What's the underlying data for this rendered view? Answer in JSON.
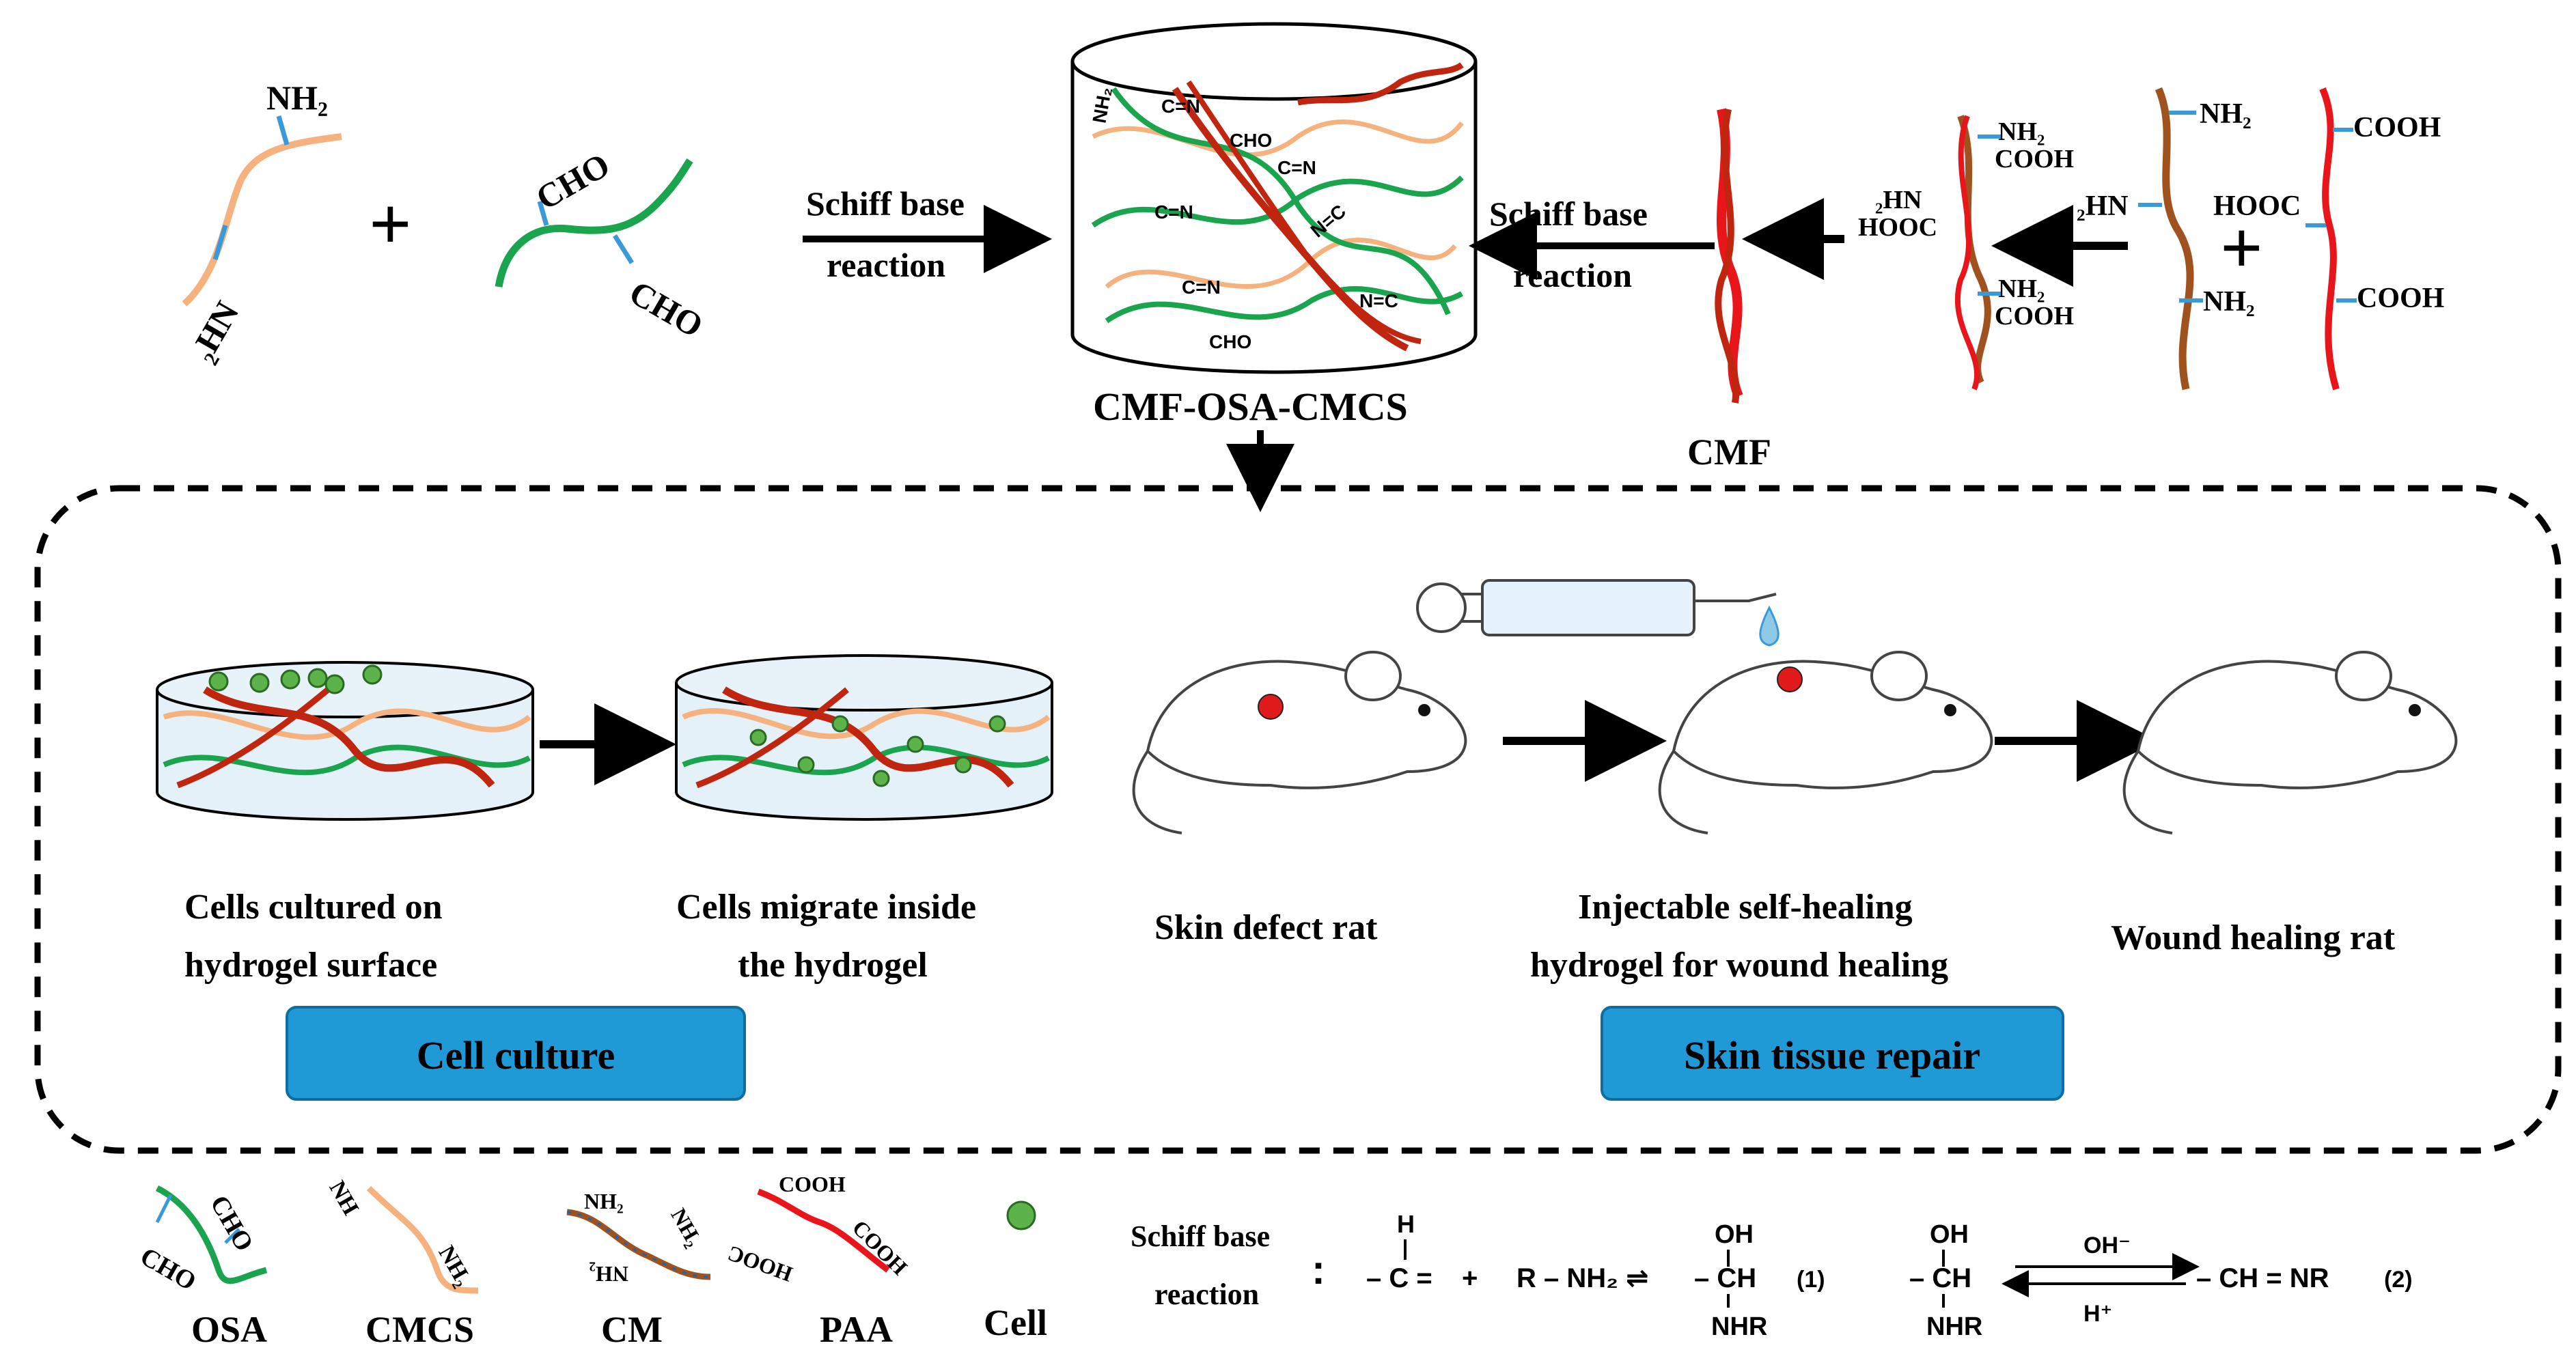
{
  "top": {
    "step1": {
      "line1": "Schiff base",
      "line2": "reaction"
    },
    "step2": {
      "line1": "Schiff base",
      "line2": "reaction"
    },
    "product_label": "CMF-OSA-CMCS",
    "cmf_label": "CMF",
    "plus": "+",
    "osa_groups": [
      "CHO",
      "CHO"
    ],
    "cmcs_groups": [
      "NH₂",
      "₂HN"
    ],
    "gel_groups": [
      "NH₂",
      "C=N",
      "CHO",
      "C=N",
      "C=N",
      "N=C",
      "C=N",
      "N=C",
      "CHO"
    ],
    "cm_groups": [
      "NH₂",
      "₂HN",
      "NH₂"
    ],
    "paa_groups": [
      "COOH",
      "HOOC",
      "COOH"
    ],
    "complex_groups": [
      "NH₂",
      "COOH",
      "₂HN",
      "HOOC",
      "NH₂",
      "COOH"
    ]
  },
  "panel": {
    "cell_steps": [
      "Cells cultured on",
      "hydrogel surface",
      "Cells migrate inside",
      "the hydrogel"
    ],
    "rat_steps": {
      "skin_defect": "Skin defect rat",
      "injectable_1": "Injectable self-healing",
      "injectable_2": "hydrogel for wound healing",
      "wound_healing": "Wound healing rat"
    },
    "buttons": {
      "cell_culture": "Cell culture",
      "skin_repair": "Skin tissue repair"
    }
  },
  "legend": {
    "items": [
      "OSA",
      "CMCS",
      "CM",
      "PAA",
      "Cell"
    ],
    "osa_groups": [
      "CHO",
      "CHO"
    ],
    "cmcs_groups": [
      "NH",
      "NH₂"
    ],
    "cm_groups": [
      "NH₂",
      "NH₂",
      "NH₂"
    ],
    "paa_groups": [
      "COOH",
      "HOOC",
      "COOH"
    ]
  },
  "equation": {
    "label_1": "Schiff base",
    "label_2": "reaction",
    "colon": ":",
    "h_top": "H",
    "c_eq": "– C =",
    "plus": "+",
    "amine": "R – NH₂ ⇌",
    "oh": "OH",
    "ch": "– CH",
    "nhr": "NHR",
    "num1": "(1)",
    "oh2": "OH",
    "ch2": "– CH",
    "nhr2": "NHR",
    "oh_minus": "OH⁻",
    "h_plus": "H⁺",
    "product": "– CH = NR",
    "num2": "(2)"
  },
  "colors": {
    "osa": "#1aa44e",
    "cmcs": "#f6b27e",
    "cm": "#a0521e",
    "paa": "#e8161b",
    "fiber": "#c0250f",
    "bond": "#3a9ad9",
    "cell": "#5cb34a",
    "button": "#1f9ad6",
    "wound": "#e11b1b"
  }
}
